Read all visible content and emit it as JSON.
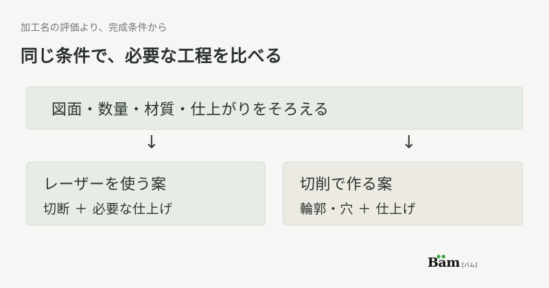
{
  "header": {
    "eyebrow": "加工名の評価より、完成条件から",
    "title": "同じ条件で、必要な工程を比べる"
  },
  "conditions": {
    "label": "図面・数量・材質・仕上がりをそろえる"
  },
  "arrows": {
    "left": "↓",
    "right": "↓"
  },
  "options": [
    {
      "name": "レーザーを使う案",
      "detail": "切断 ＋ 必要な仕上げ"
    },
    {
      "name": "切削で作る案",
      "detail": "輪郭・穴 ＋ 仕上げ"
    }
  ],
  "logo": {
    "mark": "Bam",
    "sub": "[バム]"
  }
}
